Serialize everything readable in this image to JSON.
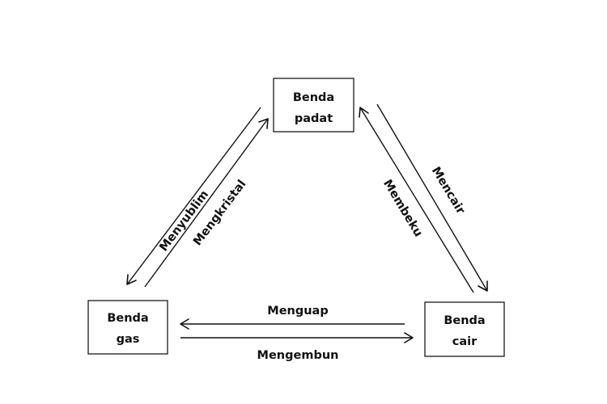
{
  "diagram": {
    "nodes": {
      "solid": {
        "line1": "Benda",
        "line2": "padat"
      },
      "gas": {
        "line1": "Benda",
        "line2": "gas"
      },
      "liquid": {
        "line1": "Benda",
        "line2": "cair"
      }
    },
    "edges": {
      "sublimation": {
        "label": "Menyublim",
        "from": "solid",
        "to": "gas"
      },
      "deposition": {
        "label": "Mengkristal",
        "from": "gas",
        "to": "solid"
      },
      "freezing": {
        "label": "Membeku",
        "from": "liquid",
        "to": "solid"
      },
      "melting": {
        "label": "Mencair",
        "from": "solid",
        "to": "liquid"
      },
      "evaporation": {
        "label": "Menguap",
        "from": "liquid",
        "to": "gas"
      },
      "condensation": {
        "label": "Mengembun",
        "from": "gas",
        "to": "liquid"
      }
    }
  }
}
